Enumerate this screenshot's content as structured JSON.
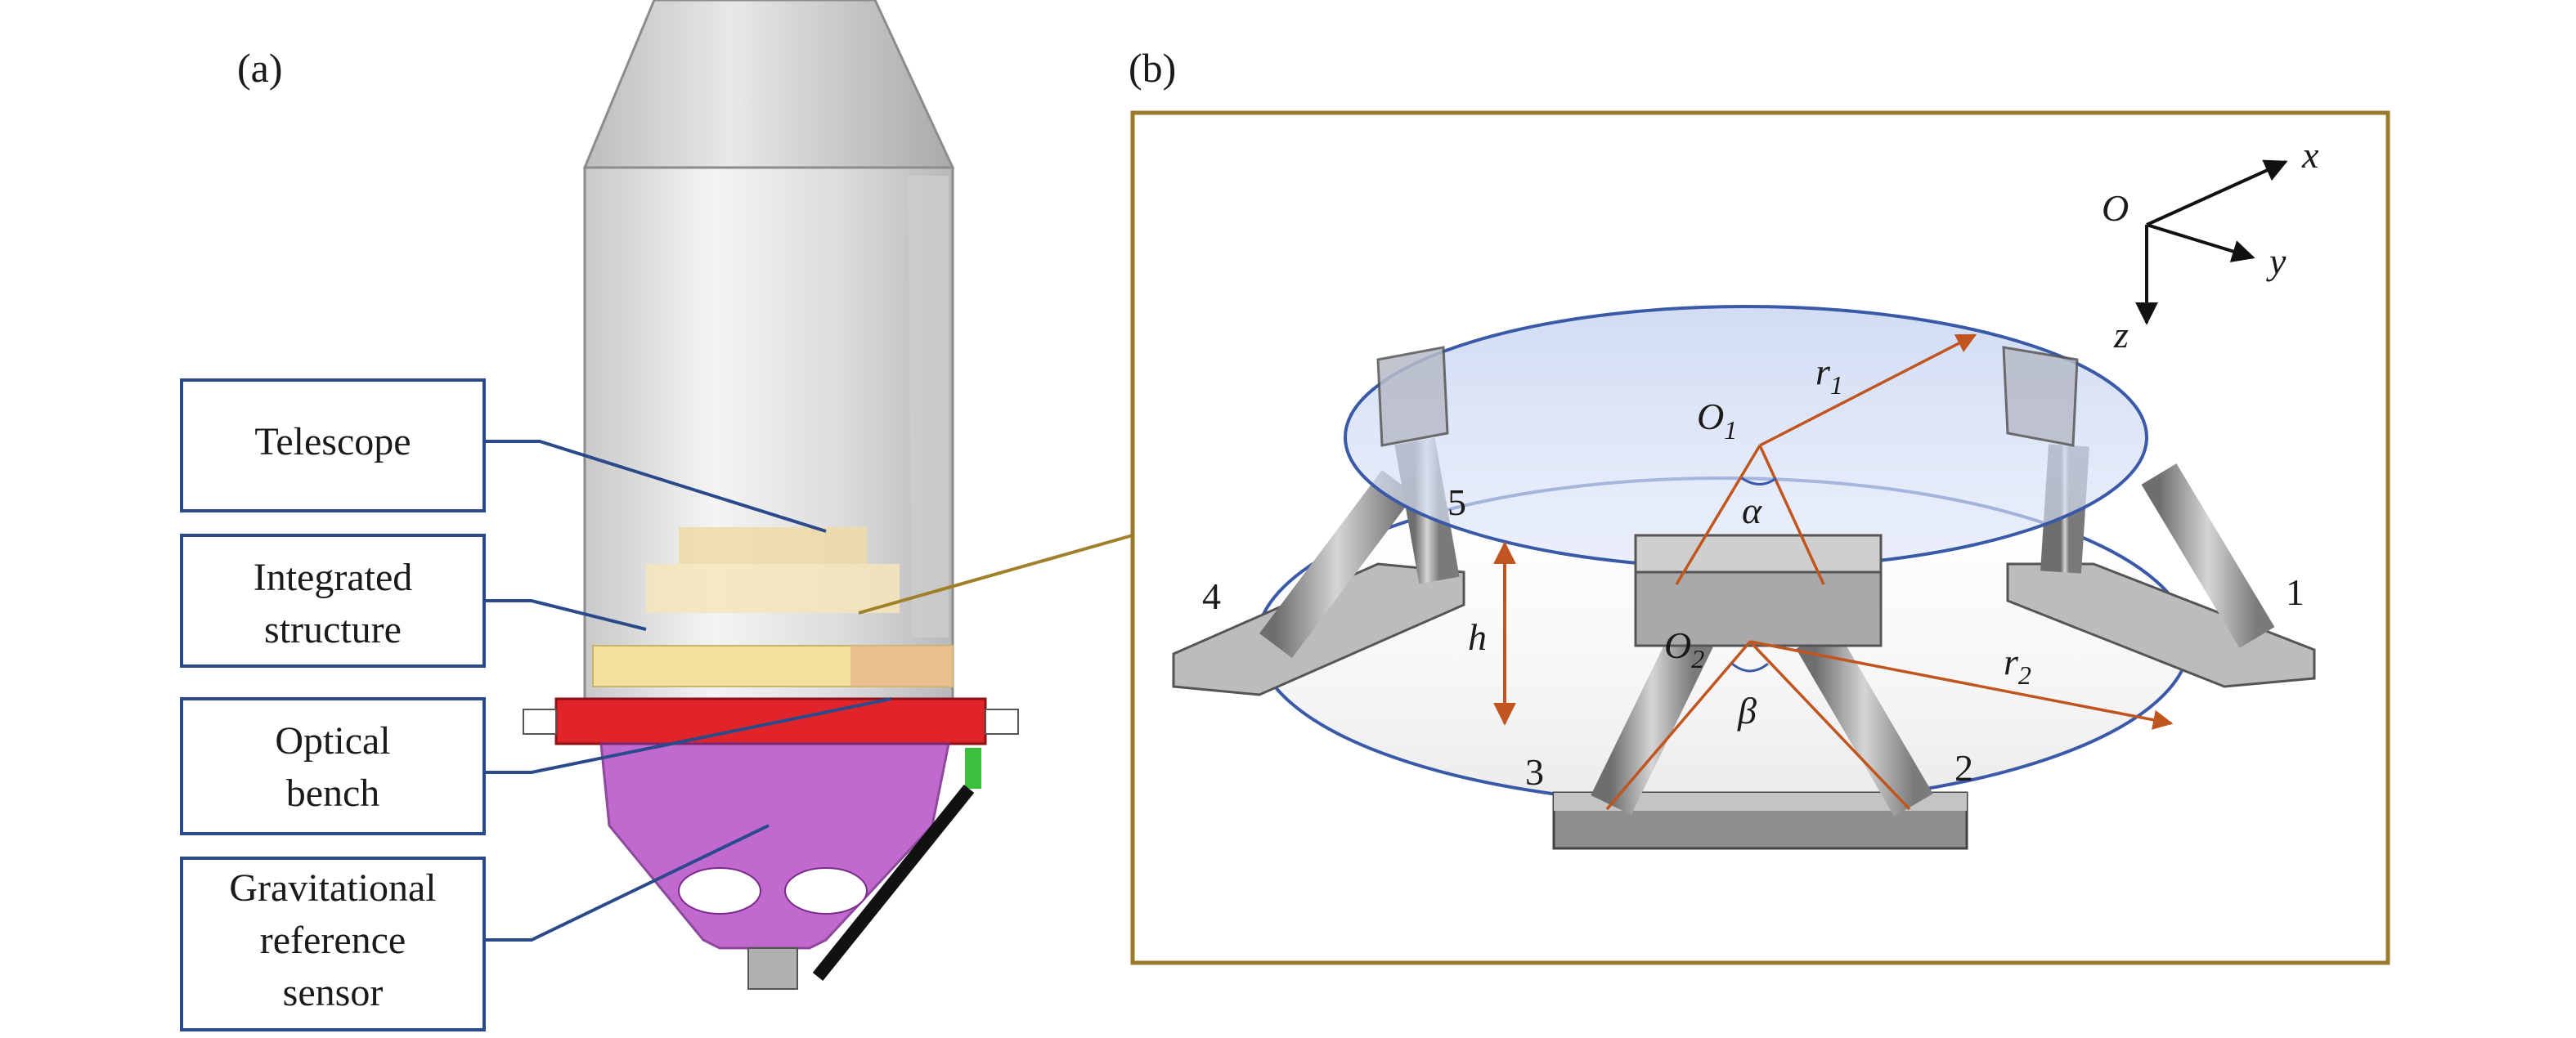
{
  "panel_a": {
    "label": "(a)",
    "callouts": {
      "telescope": "Telescope",
      "integrated_structure_1": "Integrated",
      "integrated_structure_2": "structure",
      "optical_bench_1": "Optical",
      "optical_bench_2": "bench",
      "grs_1": "Gravitational",
      "grs_2": "reference",
      "grs_3": "sensor"
    }
  },
  "panel_b": {
    "label": "(b)",
    "axes": {
      "origin": "O",
      "x": "x",
      "y": "y",
      "z": "z"
    },
    "points": {
      "o1": "O",
      "o1_sub": "1",
      "o2": "O",
      "o2_sub": "2"
    },
    "radii": {
      "r1": "r",
      "r1_sub": "1",
      "r2": "r",
      "r2_sub": "2"
    },
    "angles": {
      "alpha": "α",
      "beta": "β"
    },
    "height": "h",
    "leg_numbers": [
      "1",
      "2",
      "3",
      "4",
      "5"
    ]
  },
  "colors": {
    "callout_border": "#2b4a8a",
    "leader_line": "#2b4a8a",
    "panel_b_border": "#9a7a2a",
    "connector": "#a0802a",
    "arrow_orange": "#c0551f",
    "ellipse_edge": "#3a5aa8",
    "optical_bench_red": "#e0242a",
    "grs_purple": "#b84fc8"
  }
}
